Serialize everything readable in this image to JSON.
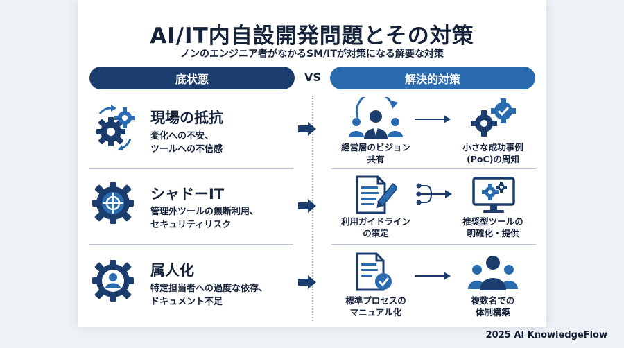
{
  "title": "AI/IT内自設開発問題とその対策",
  "subtitle": "ノンのエンジニア者がなかるSM/ITが対策になる解要な対策",
  "headers": {
    "left": "底状悪",
    "vs": "VS",
    "right": "解決的対策"
  },
  "rows": [
    {
      "title": "現場の抵抗",
      "desc": "変化への不安、\nツールへの不信感",
      "icon": "gears-cycle-icon",
      "solutions": [
        {
          "label": "経営層のビジョン\n共有",
          "icon": "leader-team-icon"
        },
        {
          "label": "小さな成功事例\n(PoC)の周知",
          "icon": "gears-check-icon"
        }
      ]
    },
    {
      "title": "シャドーIT",
      "desc": "管理外ツールの無断利用、\nセキュリティリスク",
      "icon": "gear-target-icon",
      "solutions": [
        {
          "label": "利用ガイドライン\nの策定",
          "icon": "document-pen-icon"
        },
        {
          "label": "推奨型ツールの\n明確化・提供",
          "icon": "monitor-gear-icon"
        }
      ]
    },
    {
      "title": "属人化",
      "desc": "特定担当者への過度な依存、\nドキュメント不足",
      "icon": "gear-person-icon",
      "solutions": [
        {
          "label": "標準プロセスの\nマニュアル化",
          "icon": "document-check-icon"
        },
        {
          "label": "複数名での\n体制構築",
          "icon": "team-group-icon"
        }
      ]
    }
  ],
  "footer": "2025 AI KnowledgeFlow",
  "colors": {
    "navy": "#1b3d6d",
    "blue": "#2a6bb0",
    "light_blue": "#3d7fc4"
  }
}
